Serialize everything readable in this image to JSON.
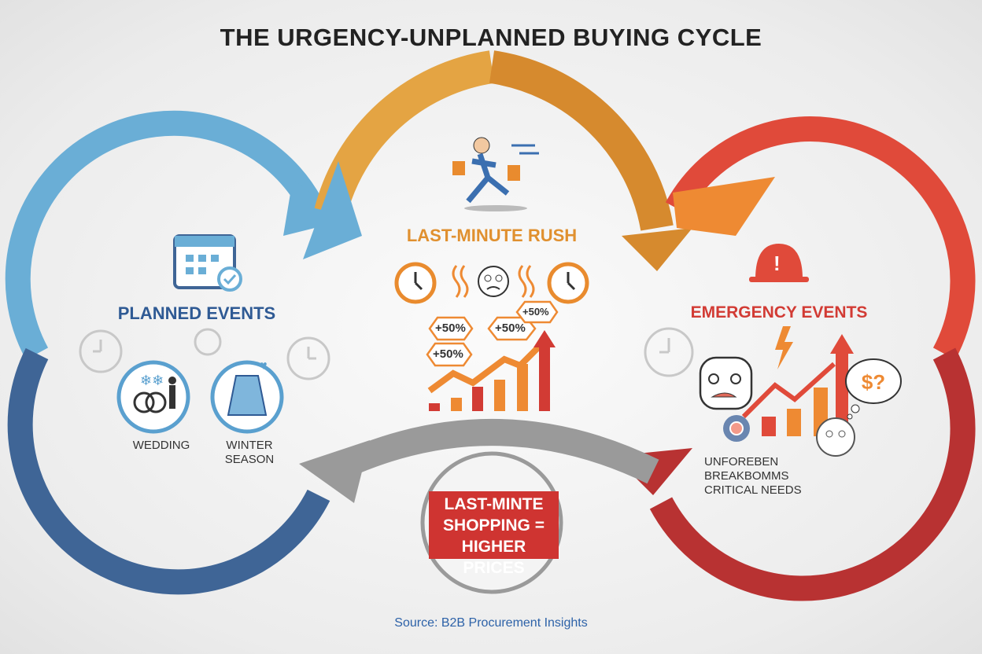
{
  "title": "THE URGENCY-UNPLANNED BUYING CYCLE",
  "planned": {
    "heading": "PLANNED EVENTS",
    "items": [
      "WEDDING",
      "WINTER SEASON"
    ]
  },
  "rush": {
    "heading": "LAST-MINUTE RUSH",
    "badges": [
      "+50%",
      "+50%",
      "+50%",
      "+50%"
    ]
  },
  "emergency": {
    "heading": "EMERGENCY EVENTS",
    "caption_line1": "UNFOREBEN BREAKBOMMS",
    "caption_line2": "CRITICAL NEEDS",
    "bubble": "$?"
  },
  "center_label": {
    "line1": "LAST-MINTE",
    "line2": "SHOPPING =",
    "line3": "HIGHER PRICES"
  },
  "source": "Source: B2B Procurement Insights",
  "colors": {
    "blue_light": "#6aaed6",
    "blue_dark": "#3f6596",
    "orange": "#e4a443",
    "orange_dark": "#d68a2e",
    "red": "#e04a3a",
    "red_dark": "#b83232",
    "grey": "#9a9a9a",
    "box": "#cf3431"
  }
}
